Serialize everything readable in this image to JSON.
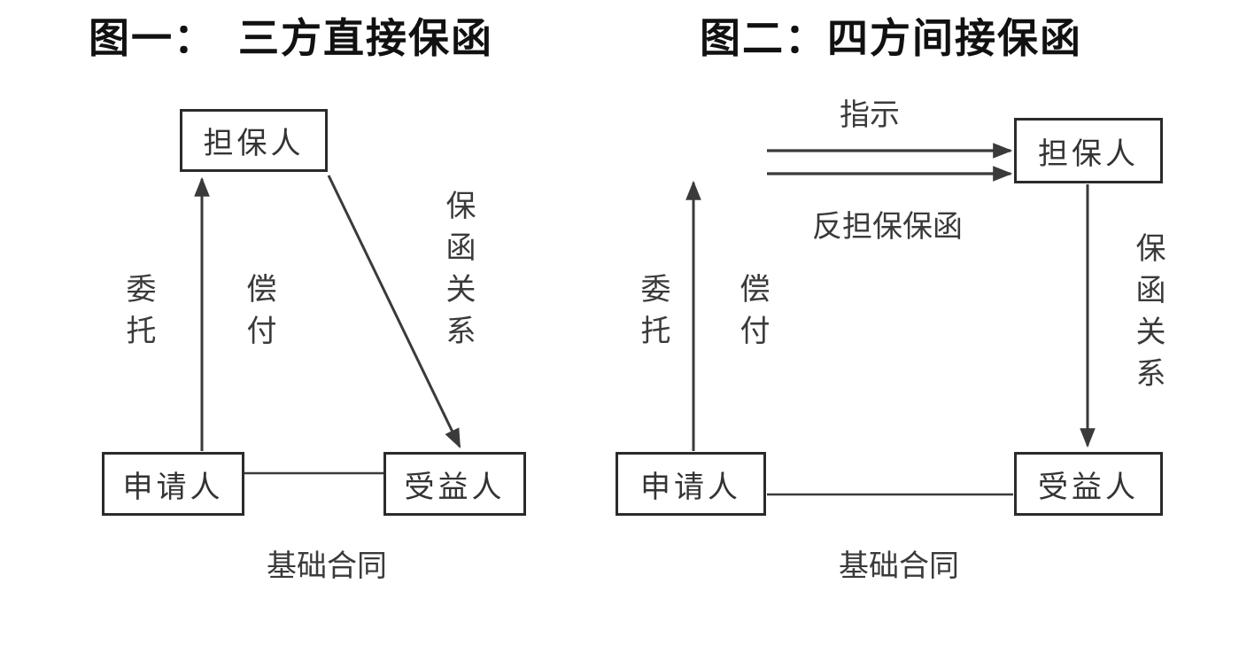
{
  "colors": {
    "background": "#ffffff",
    "line": "#3a3a3a",
    "box_border": "#2b2b2b",
    "text": "#3a3a3a",
    "title_text": "#111111"
  },
  "diagram1": {
    "title": "图一：　三方直接保函",
    "nodes": {
      "guarantor": "担保人",
      "applicant": "申请人",
      "beneficiary": "受益人"
    },
    "labels": {
      "entrust": "委托",
      "reimburse": "偿付",
      "guarantee_relation": "保函关系",
      "base_contract": "基础合同"
    }
  },
  "diagram2": {
    "title": "图二：四方间接保函",
    "nodes": {
      "guarantor": "担保人",
      "applicant": "申请人",
      "beneficiary": "受益人"
    },
    "labels": {
      "instruction": "指示",
      "counter_guarantee": "反担保保函",
      "entrust": "委托",
      "reimburse": "偿付",
      "guarantee_relation": "保函关系",
      "base_contract": "基础合同"
    }
  }
}
